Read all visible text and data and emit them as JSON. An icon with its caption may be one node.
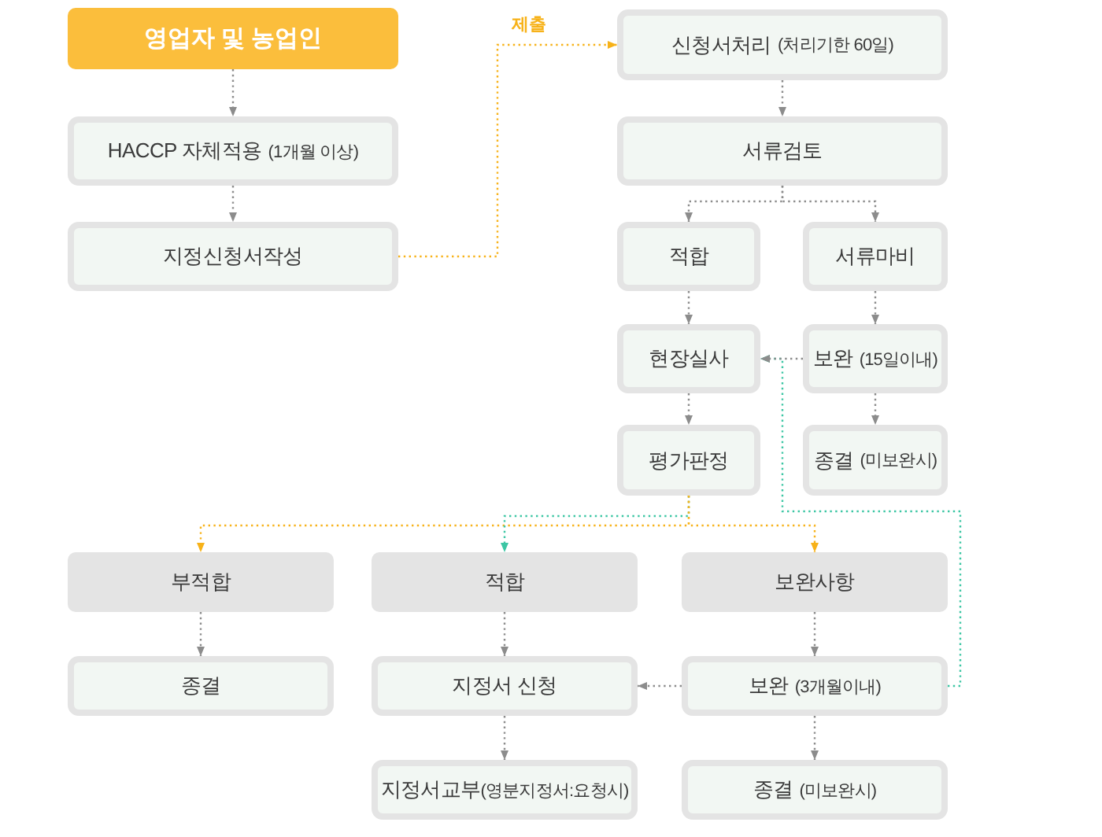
{
  "diagram": {
    "nodes": [
      {
        "text": [
          "영업자 및 농업인"
        ]
      },
      {
        "text": [
          "HACCP 자체적용",
          "(1개월 이상)"
        ]
      },
      {
        "text": [
          "지정신청서작성"
        ]
      },
      {
        "text": [
          "신청서처리",
          "(처리기한 60일)"
        ]
      },
      {
        "text": [
          "서류검토"
        ]
      },
      {
        "text": [
          "적합"
        ]
      },
      {
        "text": [
          "서류마비"
        ]
      },
      {
        "text": [
          "현장실사"
        ]
      },
      {
        "text": [
          "보완",
          "(15일이내)"
        ]
      },
      {
        "text": [
          "평가판정"
        ]
      },
      {
        "text": [
          "종결",
          "(미보완시)"
        ]
      },
      {
        "text": [
          "부적합"
        ]
      },
      {
        "text": [
          "적합"
        ]
      },
      {
        "text": [
          "보완사항"
        ]
      },
      {
        "text": [
          "종결"
        ]
      },
      {
        "text": [
          "지정서 신청"
        ]
      },
      {
        "text": [
          "보완",
          "(3개월이내)"
        ]
      },
      {
        "text": [
          "지정서교부",
          "(영분지정서:요청시)"
        ]
      },
      {
        "text": [
          "종결",
          "(미보완시)"
        ]
      }
    ],
    "edges": [
      {
        "from": 0,
        "to": 1,
        "arrow": "to"
      },
      {
        "from": 1,
        "to": 2,
        "arrow": "to"
      },
      {
        "from": 2,
        "to": 3,
        "arrow": "to",
        "label": "제출",
        "color": "#f7b219"
      },
      {
        "from": 3,
        "to": 4,
        "arrow": "to"
      },
      {
        "from": 4,
        "to": 5,
        "arrow": "to"
      },
      {
        "from": 4,
        "to": 6,
        "arrow": "to"
      },
      {
        "from": 5,
        "to": 7,
        "arrow": "to"
      },
      {
        "from": 6,
        "to": 8,
        "arrow": "to"
      },
      {
        "from": 8,
        "to": 7,
        "arrow": "to"
      },
      {
        "from": 7,
        "to": 9,
        "arrow": "to"
      },
      {
        "from": 8,
        "to": 10,
        "arrow": "to"
      },
      {
        "from": 9,
        "to": 11,
        "arrow": "to",
        "color": "#f7b219"
      },
      {
        "from": 9,
        "to": 12,
        "arrow": "to",
        "color": "#3cc6a4"
      },
      {
        "from": 9,
        "to": 13,
        "arrow": "to",
        "color": "#f7b219"
      },
      {
        "from": 11,
        "to": 14,
        "arrow": "to"
      },
      {
        "from": 12,
        "to": 15,
        "arrow": "to"
      },
      {
        "from": 13,
        "to": 16,
        "arrow": "to"
      },
      {
        "from": 16,
        "to": 15,
        "arrow": "to"
      },
      {
        "from": 16,
        "to": 18,
        "arrow": "to"
      },
      {
        "from": 15,
        "to": 17,
        "arrow": "to"
      },
      {
        "from": 16,
        "to": 7,
        "arrow": "to",
        "color": "#3cc6a4"
      }
    ]
  }
}
